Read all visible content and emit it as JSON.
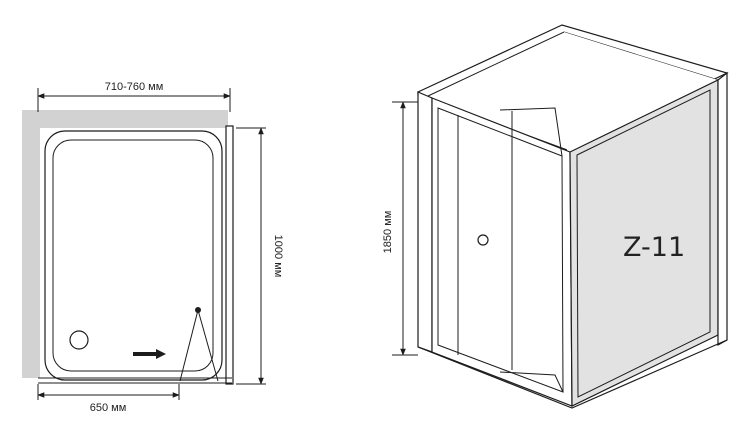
{
  "plan_view": {
    "width_label": "710-760 мм",
    "depth_label": "1000 мм",
    "door_label": "650 мм"
  },
  "iso_view": {
    "height_label": "1850 мм",
    "model_label": "Z-11"
  },
  "colors": {
    "wall_gray": "#d2d2d2",
    "panel_gray": "#e2e2e2",
    "line": "#1c1c1c"
  }
}
